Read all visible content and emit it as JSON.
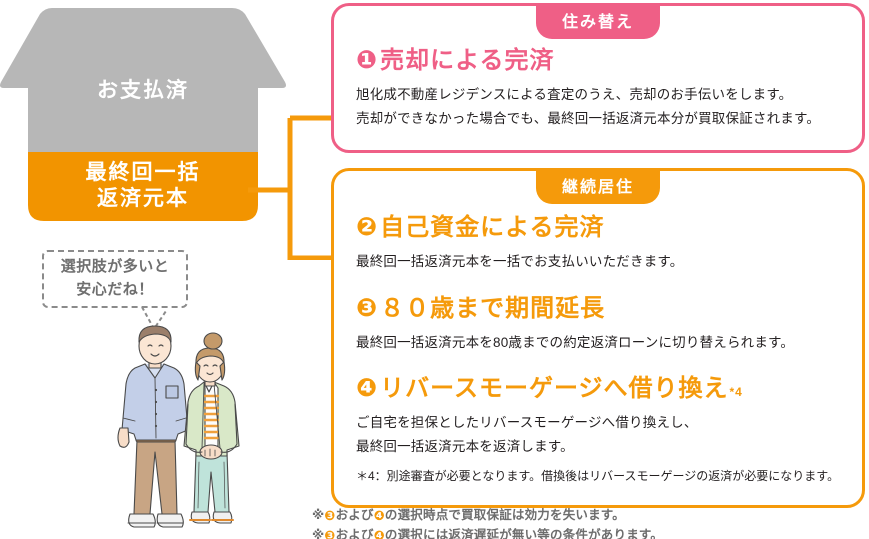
{
  "house": {
    "paid_label": "お支払済",
    "principal_label": "最終回一括\n返済元本",
    "roof_color": "#b7b7b7",
    "body_color": "#b7b7b7",
    "principal_color": "#f29400"
  },
  "bubble": {
    "text": "選択肢が多いと\n安心だね！"
  },
  "cards": [
    {
      "tab": "住み替え",
      "accent": "#ef5f86",
      "options": [
        {
          "num": "❶",
          "title": "売却による完済",
          "sup": "",
          "desc": "旭化成不動産レジデンスによる査定のうえ、売却のお手伝いをします。\n売却ができなかった場合でも、最終回一括返済元本分が買取保証されます。"
        }
      ]
    },
    {
      "tab": "継続居住",
      "accent": "#f59a0b",
      "options": [
        {
          "num": "❷",
          "title": "自己資金による完済",
          "sup": "",
          "desc": "最終回一括返済元本を一括でお支払いいただきます。"
        },
        {
          "num": "❸",
          "title": "８０歳まで期間延長",
          "sup": "",
          "desc": "最終回一括返済元本を80歳までの約定返済ローンに切り替えられます。"
        },
        {
          "num": "❹",
          "title": "リバースモーゲージへ借り換え",
          "sup": "*4",
          "desc": "ご自宅を担保としたリバースモーゲージへ借り換えし、\n最終回一括返済元本を返済します。",
          "note": "＊4：別途審査が必要となります。借換後はリバースモーゲージの返済が必要になります。"
        }
      ]
    }
  ],
  "footnotes": [
    {
      "prefix": "※",
      "num1": "❸",
      "mid": "および",
      "num2": "❹",
      "suffix": "の選択時点で買取保証は効力を失います。"
    },
    {
      "prefix": "※",
      "num1": "❸",
      "mid": "および",
      "num2": "❹",
      "suffix": "の選択には返済遅延が無い等の条件があります。"
    }
  ]
}
